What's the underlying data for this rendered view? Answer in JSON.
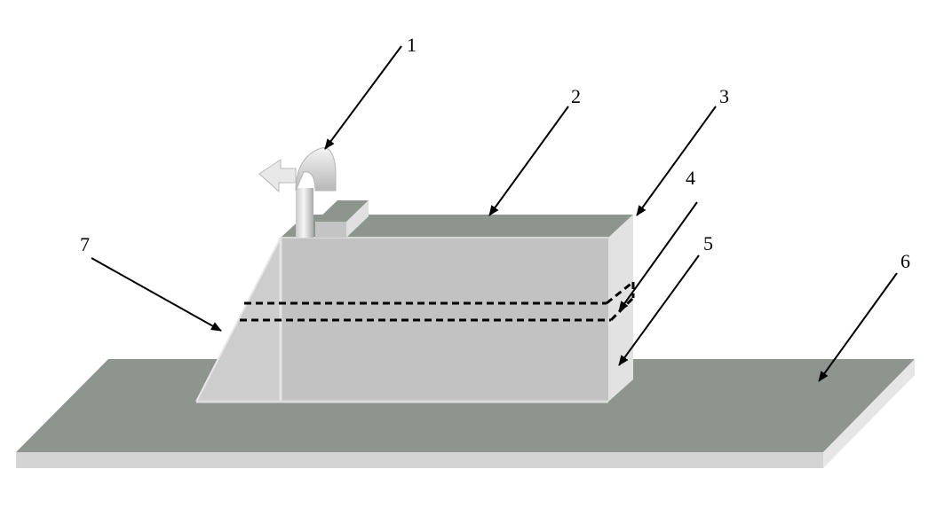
{
  "callouts": [
    {
      "id": "1",
      "label": "1"
    },
    {
      "id": "2",
      "label": "2"
    },
    {
      "id": "3",
      "label": "3"
    },
    {
      "id": "4",
      "label": "4"
    },
    {
      "id": "5",
      "label": "5"
    },
    {
      "id": "6",
      "label": "6"
    },
    {
      "id": "7",
      "label": "7"
    }
  ],
  "colors": {
    "background": "#ffffff",
    "plate_top": "#8e958e",
    "plate_edge": "#d9d9d9",
    "box_face": "#c2c2c2",
    "box_top": "#8e958e",
    "box_side": "#e2e2e2",
    "ramp": "#cdcdcd",
    "ink": "#000000"
  }
}
